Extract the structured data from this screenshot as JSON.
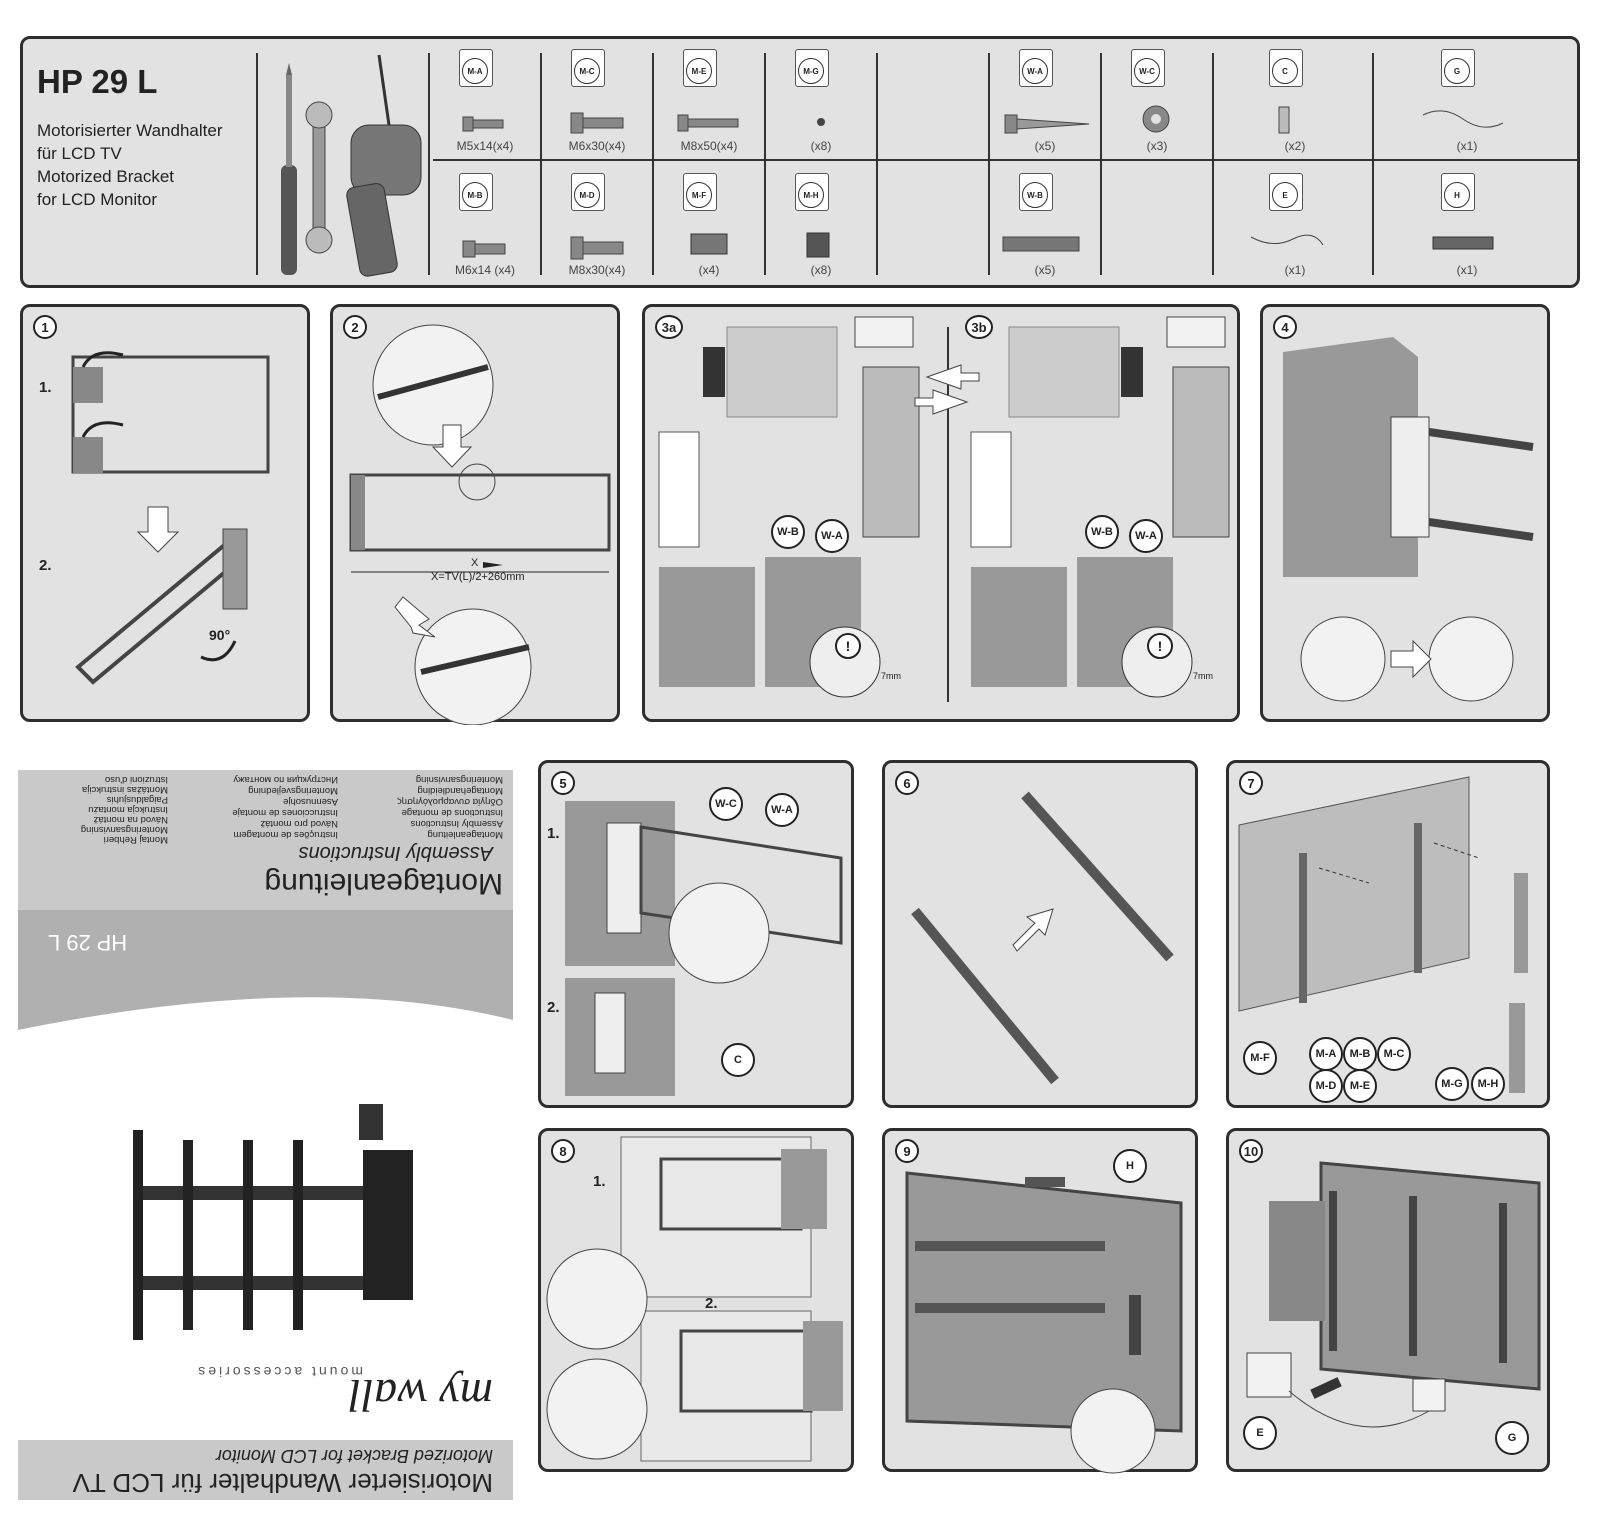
{
  "header": {
    "title": "HP 29 L",
    "desc_lines": [
      "Motorisierter Wandhalter",
      "für LCD TV",
      "Motorized Bracket",
      "for LCD Monitor"
    ],
    "parts_top": [
      {
        "code": "M-A",
        "qty": "M5x14(x4)"
      },
      {
        "code": "M-C",
        "qty": "M6x30(x4)"
      },
      {
        "code": "M-E",
        "qty": "M8x50(x4)"
      },
      {
        "code": "M-G",
        "qty": "(x8)"
      },
      {
        "code": "W-A",
        "qty": "(x5)"
      },
      {
        "code": "W-C",
        "qty": "(x3)"
      },
      {
        "code": "C",
        "qty": "(x2)"
      },
      {
        "code": "G",
        "qty": "(x1)"
      }
    ],
    "parts_bottom": [
      {
        "code": "M-B",
        "qty": "M6x14 (x4)"
      },
      {
        "code": "M-D",
        "qty": "M8x30(x4)"
      },
      {
        "code": "M-F",
        "qty": "(x4)"
      },
      {
        "code": "M-H",
        "qty": "(x8)"
      },
      {
        "code": "W-B",
        "qty": "(x5)"
      },
      {
        "code": "E",
        "qty": "(x1)"
      },
      {
        "code": "H",
        "qty": "(x1)"
      }
    ]
  },
  "steps": {
    "s1": {
      "num": "1",
      "label1": "1.",
      "label2": "2.",
      "angle": "90°"
    },
    "s2": {
      "num": "2",
      "x_label": "X",
      "formula": "X=TV(L)/2+260mm"
    },
    "s3a": {
      "num": "3a",
      "callout_wb": "W-B",
      "callout_wa": "W-A",
      "warn": "!",
      "depth": "7mm"
    },
    "s3b": {
      "num": "3b",
      "callout_wb": "W-B",
      "callout_wa": "W-A",
      "warn": "!",
      "depth": "7mm"
    },
    "s4": {
      "num": "4"
    },
    "s5": {
      "num": "5",
      "label1": "1.",
      "label2": "2.",
      "callout_wc": "W-C",
      "callout_wa": "W-A",
      "callout_c": "C"
    },
    "s6": {
      "num": "6"
    },
    "s7": {
      "num": "7",
      "c_mf": "M-F",
      "c_ma": "M-A",
      "c_mb": "M-B",
      "c_mc": "M-C",
      "c_md": "M-D",
      "c_me": "M-E",
      "c_mg": "M-G",
      "c_mh": "M-H"
    },
    "s8": {
      "num": "8",
      "label1": "1.",
      "label2": "2."
    },
    "s9": {
      "num": "9",
      "callout_h": "H"
    },
    "s10": {
      "num": "10",
      "callout_e": "E",
      "callout_g": "G"
    }
  },
  "cover": {
    "title_de": "Motorisierter Wandhalter für LCD TV",
    "title_en": "Motorized Bracket for LCD Monitor",
    "brand": "my wall",
    "brand_sub": "mount accessories",
    "model": "HP 29 L",
    "heading": "Montageanleitung",
    "subheading": "Assembly Instructions",
    "langs_col1": [
      "Montageanleitung",
      "Assembly Instructions",
      "Instructions de montage",
      "Οδηγία συναρμολόγησης",
      "Montagehandleiding",
      "Monteringsanvisning"
    ],
    "langs_col2": [
      "Instruções de montagem",
      "Návod pro montáž",
      "Instrucciones de montaje",
      "Asennusohje",
      "Monteringsvejledning",
      "Инструкция по монтажу"
    ],
    "langs_col3": [
      "Montaj Rehberi",
      "Monteringsanvisning",
      "Návod na montáž",
      "Instrukcja montażu",
      "Paigaldusjuhis",
      "Montážas instrukcija",
      "Istruzioni d'uso"
    ]
  },
  "colors": {
    "panel_bg": "#e2e2e2",
    "border": "#2e2e2e",
    "cover_band": "#c9c9c9"
  }
}
